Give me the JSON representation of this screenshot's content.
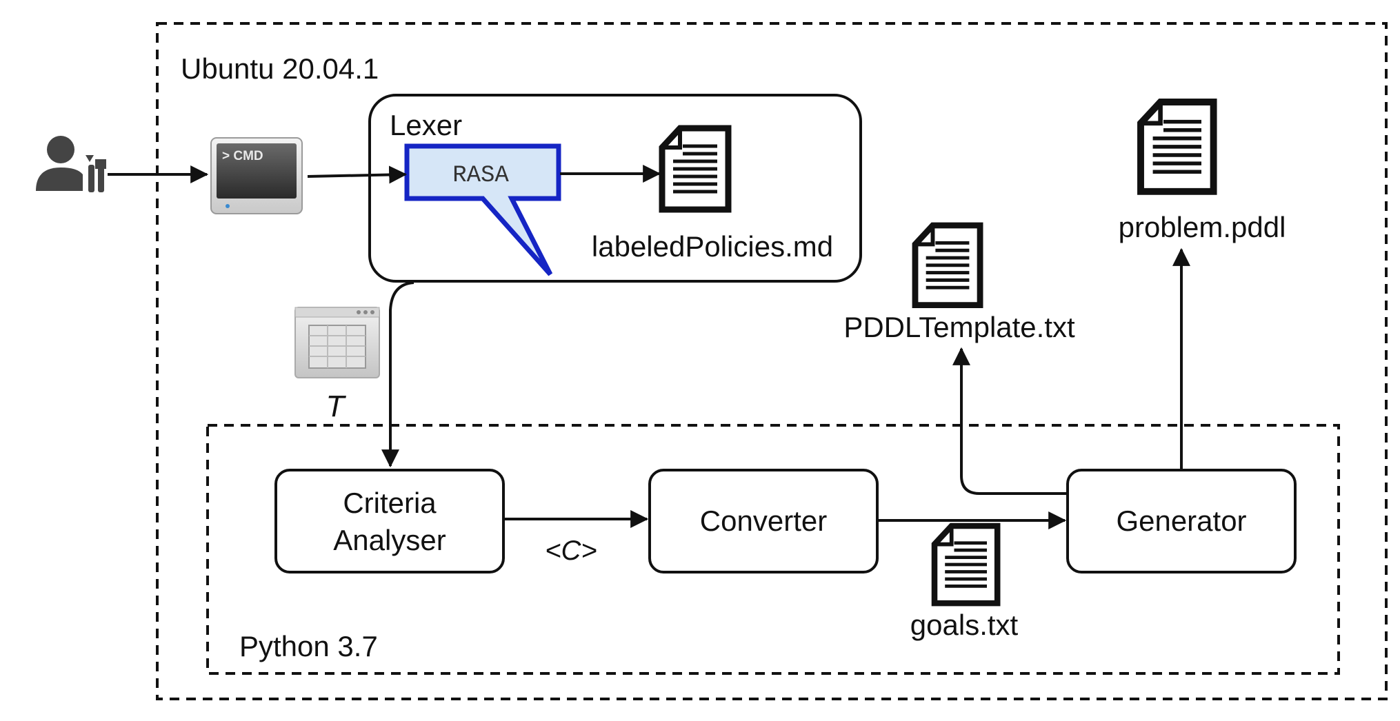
{
  "containers": {
    "os_label": "Ubuntu 20.04.1",
    "python_label": "Python 3.7"
  },
  "lexer": {
    "title": "Lexer",
    "engine": "RASA",
    "output_file": "labeledPolicies.md"
  },
  "terminal": {
    "prompt": "> CMD"
  },
  "table_symbol": "T",
  "components": {
    "criteria_line1": "Criteria",
    "criteria_line2": "Analyser",
    "converter": "Converter",
    "generator": "Generator"
  },
  "edge_labels": {
    "criteria_to_converter": "<C>"
  },
  "files": {
    "goals": "goals.txt",
    "template": "PDDLTemplate.txt",
    "problem": "problem.pddl"
  },
  "colors": {
    "callout_fill": "#d6e6f7",
    "callout_stroke": "#1525c4",
    "stroke": "#111111"
  }
}
